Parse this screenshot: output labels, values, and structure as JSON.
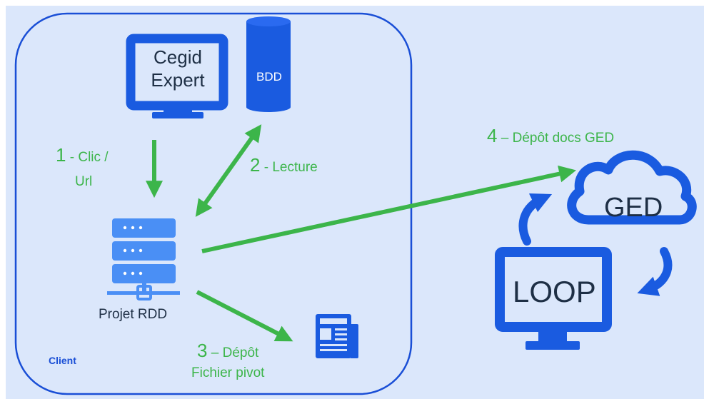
{
  "client_label": "Client",
  "nodes": {
    "cegid": {
      "line1": "Cegid",
      "line2": "Expert"
    },
    "bdd": {
      "label": "BDD"
    },
    "projet": {
      "label": "Projet RDD"
    },
    "ged": {
      "label": "GED"
    },
    "loop": {
      "label": "LOOP"
    }
  },
  "steps": {
    "s1": {
      "num": "1",
      "text_a": " - Clic /",
      "text_b": "Url"
    },
    "s2": {
      "num": "2",
      "text": " - Lecture"
    },
    "s3": {
      "num": "3",
      "text_a": " – Dépôt",
      "text_b": "Fichier pivot"
    },
    "s4": {
      "num": "4",
      "text": " – Dépôt docs GED"
    }
  },
  "colors": {
    "background": "#dbe7fb",
    "outline": "#1a4fd6",
    "icon_blue": "#1a5be0",
    "server_blue": "#4a8ff5",
    "arrow_green": "#3cb54a",
    "text_dark": "#1e2f45"
  }
}
